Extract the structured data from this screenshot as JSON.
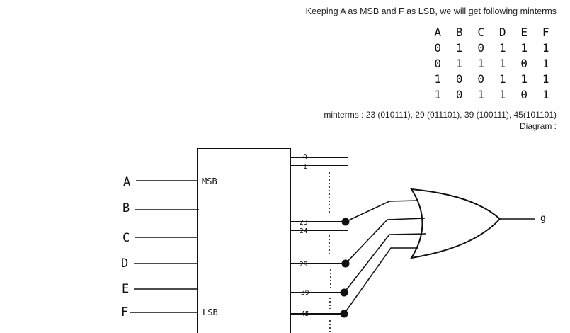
{
  "intro_text": "Keeping A as MSB and F as LSB, we will get following minterms",
  "truth_table": {
    "headers": [
      "A",
      "B",
      "C",
      "D",
      "E",
      "F"
    ],
    "rows": [
      [
        "0",
        "1",
        "0",
        "1",
        "1",
        "1"
      ],
      [
        "0",
        "1",
        "1",
        "1",
        "0",
        "1"
      ],
      [
        "1",
        "0",
        "0",
        "1",
        "1",
        "1"
      ],
      [
        "1",
        "0",
        "1",
        "1",
        "0",
        "1"
      ]
    ]
  },
  "minterms_text": "minterms : 23 (010111), 29 (011101), 39 (100111), 45(101101)",
  "diagram_label": "Diagram :",
  "diagram": {
    "inputs": [
      "A",
      "B",
      "C",
      "D",
      "E",
      "F"
    ],
    "msb_label": "MSB",
    "lsb_label": "LSB",
    "decoder_outputs": [
      "0",
      "1",
      "23",
      "24",
      "29",
      "39",
      "45"
    ],
    "gate_output_label": "g"
  }
}
